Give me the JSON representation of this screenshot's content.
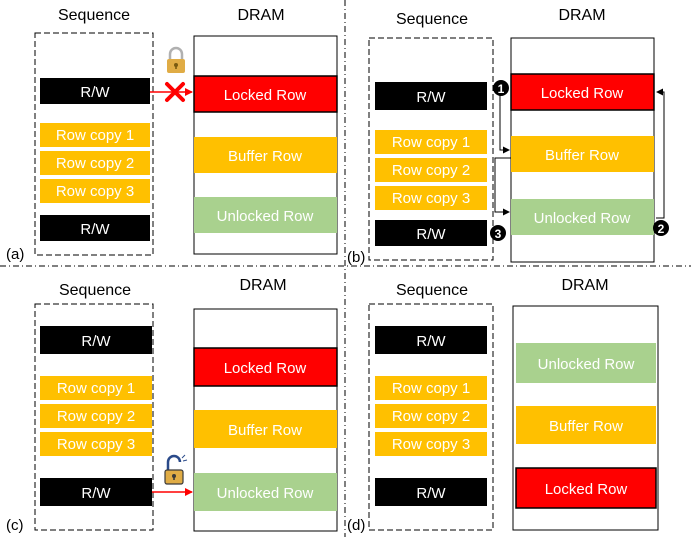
{
  "colors": {
    "black": "#000000",
    "locked": "#ff0000",
    "buffer": "#ffc000",
    "unlocked": "#a9d18e",
    "arrow_red": "#ff0000",
    "lock_gold": "#d9a43c"
  },
  "panels": [
    {
      "id": "a",
      "label": "(a)",
      "sequence_title": "Sequence",
      "dram_title": "DRAM",
      "sequence_items": [
        "R/W",
        "Row copy 1",
        "Row copy 2",
        "Row copy 3",
        "R/W"
      ],
      "dram_rows": [
        "Locked Row",
        "Buffer Row",
        "Unlocked Row"
      ]
    },
    {
      "id": "b",
      "label": "(b)",
      "sequence_title": "Sequence",
      "dram_title": "DRAM",
      "sequence_items": [
        "R/W",
        "Row copy 1",
        "Row copy 2",
        "Row copy 3",
        "R/W"
      ],
      "dram_rows": [
        "Locked Row",
        "Buffer Row",
        "Unlocked Row"
      ],
      "step_markers": [
        "1",
        "2",
        "3"
      ]
    },
    {
      "id": "c",
      "label": "(c)",
      "sequence_title": "Sequence",
      "dram_title": "DRAM",
      "sequence_items": [
        "R/W",
        "Row copy 1",
        "Row copy 2",
        "Row copy 3",
        "R/W"
      ],
      "dram_rows": [
        "Locked Row",
        "Buffer Row",
        "Unlocked Row"
      ]
    },
    {
      "id": "d",
      "label": "(d)",
      "sequence_title": "Sequence",
      "dram_title": "DRAM",
      "sequence_items": [
        "R/W",
        "Row copy 1",
        "Row copy 2",
        "Row copy 3",
        "R/W"
      ],
      "dram_rows": [
        "Unlocked Row",
        "Buffer Row",
        "Locked Row"
      ]
    }
  ]
}
